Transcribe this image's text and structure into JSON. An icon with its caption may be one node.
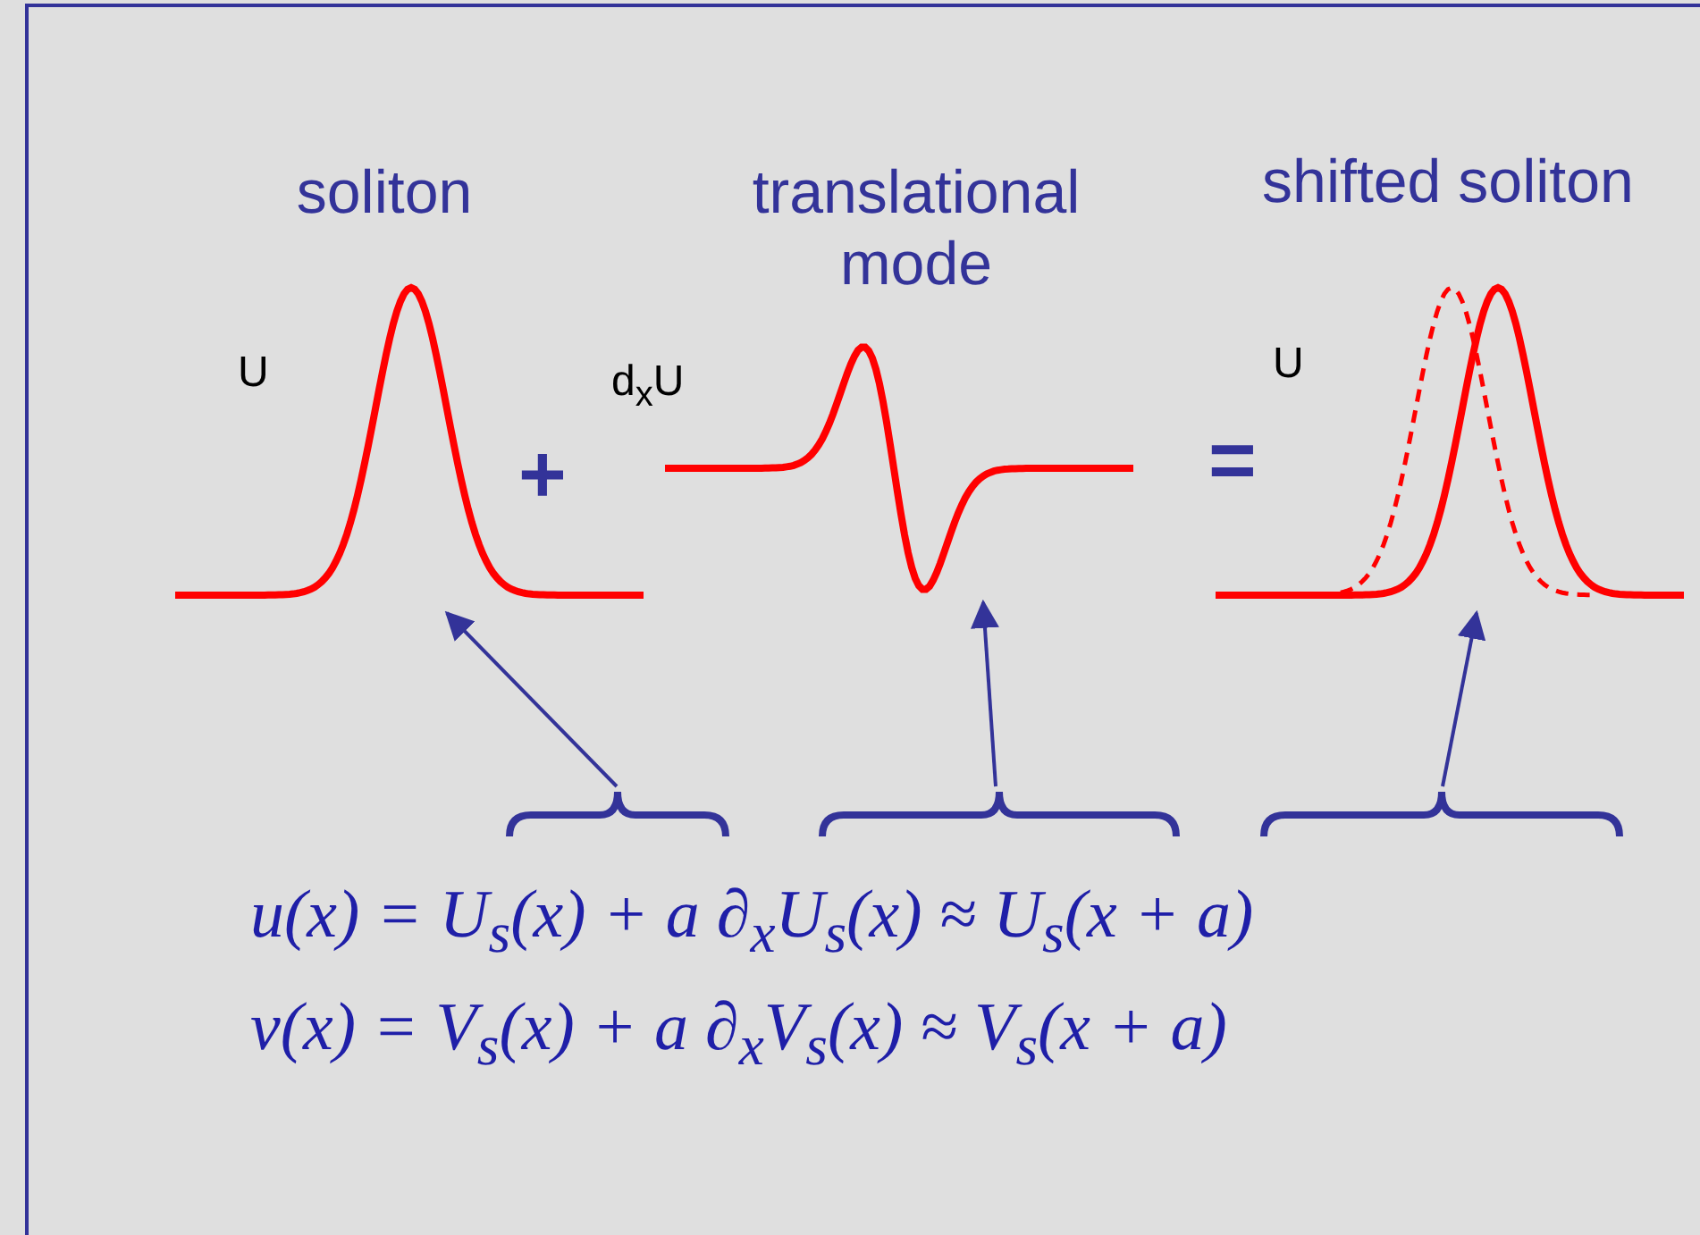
{
  "diagram": {
    "nodes": [
      {
        "text": [
          "soliton",
          "U"
        ]
      },
      {
        "text": [
          "translational mode",
          "d$_{x}$U"
        ]
      },
      {
        "text": [
          "shifted soliton",
          "U"
        ]
      },
      {
        "text": [],
        "shape": "brace"
      },
      {
        "text": [],
        "shape": "brace"
      },
      {
        "text": [],
        "shape": "brace"
      }
    ],
    "edges": [
      {
        "from": 3,
        "to": 0,
        "arrow": "to"
      },
      {
        "from": 4,
        "to": 1,
        "arrow": "to"
      },
      {
        "from": 5,
        "to": 2,
        "arrow": "to"
      }
    ],
    "labels": [
      "+",
      "=",
      "u(x) = U$_{s}$(x) + a ∂$_{x}$U$_{s}$(x) ≈ U$_{s}$(x + a)",
      "v(x) = V$_{s}$(x) + a ∂$_{x}$V$_{s}$(x) ≈ V$_{s}$(x + a)"
    ]
  }
}
